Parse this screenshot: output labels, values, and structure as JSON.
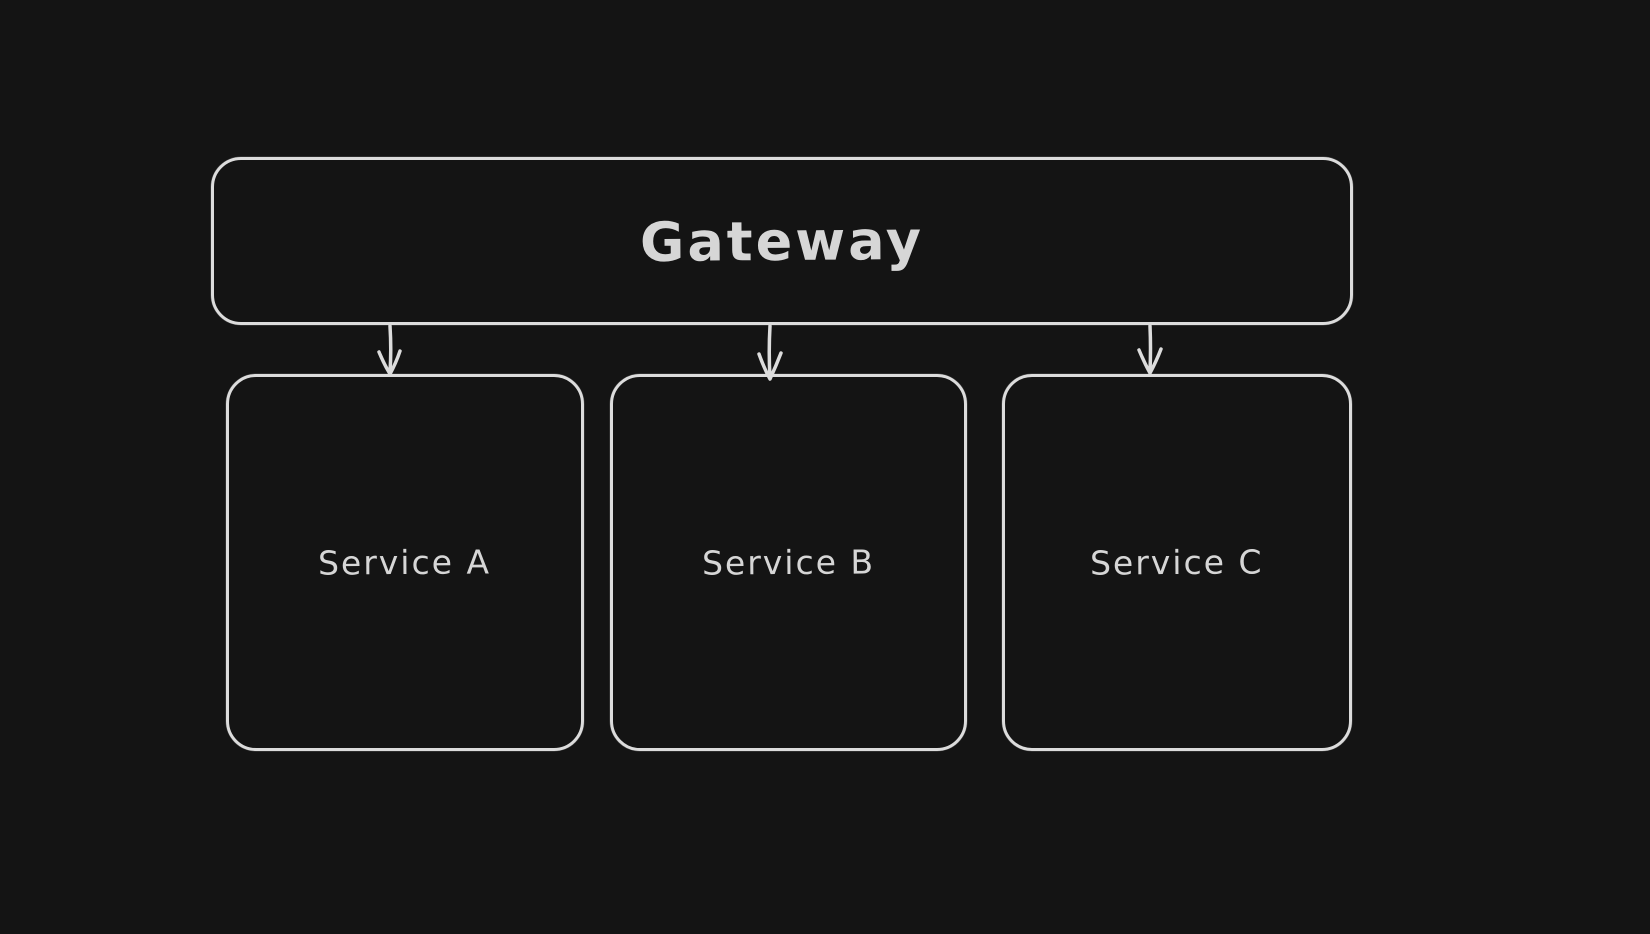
{
  "diagram": {
    "title": "Gateway and services architecture diagram",
    "style": "hand-drawn whiteboard (dark theme)",
    "colors": {
      "background": "#141414",
      "stroke": "#dcdcdc",
      "text": "#d6d6d6"
    },
    "nodes": [
      {
        "id": "gateway",
        "label": "Gateway",
        "shape": "rounded-rectangle"
      },
      {
        "id": "service-a",
        "label": "Service A",
        "shape": "rounded-rectangle"
      },
      {
        "id": "service-b",
        "label": "Service B",
        "shape": "rounded-rectangle"
      },
      {
        "id": "service-c",
        "label": "Service C",
        "shape": "rounded-rectangle"
      }
    ],
    "edges": [
      {
        "from": "gateway",
        "to": "service-a",
        "type": "arrow-down"
      },
      {
        "from": "gateway",
        "to": "service-b",
        "type": "arrow-down"
      },
      {
        "from": "gateway",
        "to": "service-c",
        "type": "arrow-down"
      }
    ]
  }
}
